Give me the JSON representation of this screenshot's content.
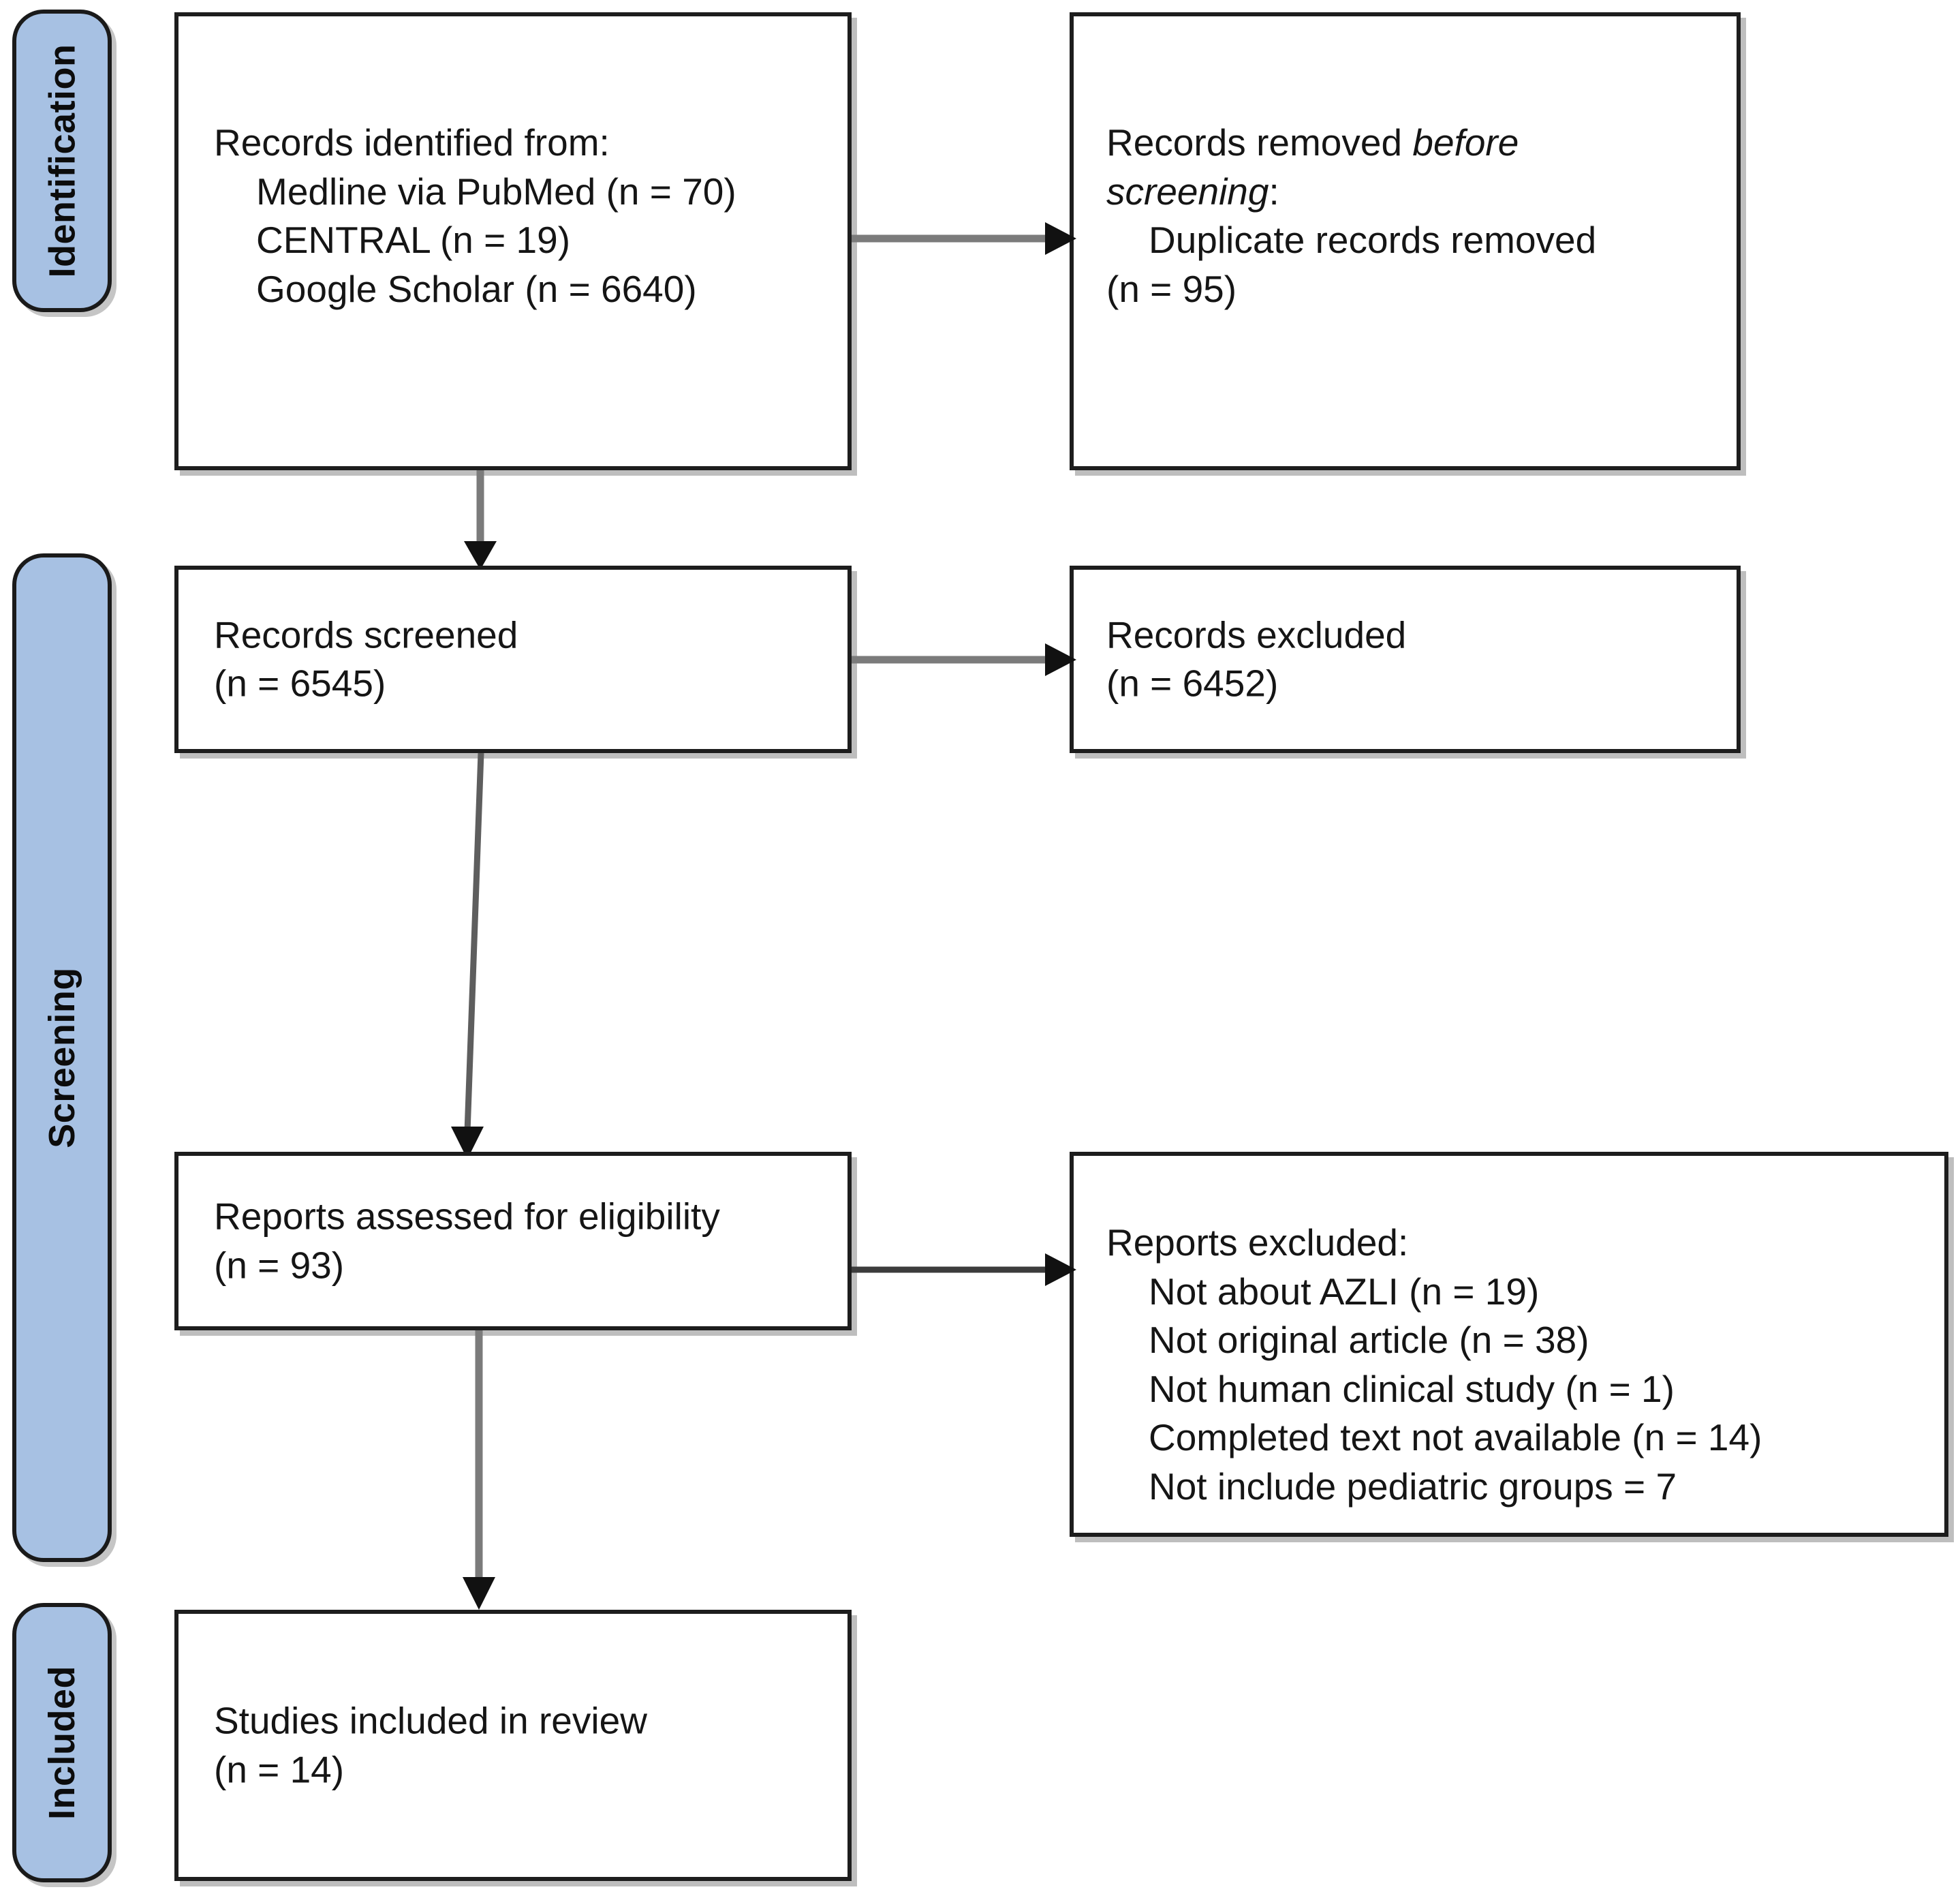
{
  "diagram": {
    "title": "PRISMA flow diagram",
    "colors": {
      "phase_bar_fill": "#a7c1e3",
      "phase_bar_border": "#1a1a1a",
      "box_border": "#1d1d1d",
      "connector_gray": "#7b7b7b",
      "connector_dark": "#3c3c3c",
      "text": "#151515",
      "background": "#ffffff"
    }
  },
  "phases": [
    {
      "id": "identification",
      "label": "Identification"
    },
    {
      "id": "screening",
      "label": "Screening"
    },
    {
      "id": "included",
      "label": "Included"
    }
  ],
  "boxes": {
    "records_identified": {
      "heading": "Records identified from:",
      "items": [
        "Medline via PubMed (n = 70)",
        "CENTRAL (n = 19)",
        "Google Scholar (n = 6640)"
      ]
    },
    "records_removed": {
      "heading_part1": "Records removed ",
      "heading_italic1": "before",
      "heading_part2": "",
      "heading_italic2": "screening",
      "heading_part3": ":",
      "items": [
        "Duplicate records removed"
      ],
      "count_line": "(n = 95)"
    },
    "records_screened": {
      "heading": "Records screened",
      "count_line": "(n = 6545)"
    },
    "records_excluded": {
      "heading": "Records excluded",
      "count_line": "(n = 6452)"
    },
    "reports_assessed": {
      "heading": "Reports assessed for eligibility",
      "count_line": "(n = 93)"
    },
    "reports_excluded": {
      "heading": "Reports excluded:",
      "items": [
        "Not about AZLI (n = 19)",
        "Not original article (n = 38)",
        "Not human clinical study (n = 1)",
        "Completed text not available (n = 14)",
        "Not include pediatric groups = 7"
      ]
    },
    "studies_included": {
      "heading": "Studies included in review",
      "count_line": "(n = 14)"
    }
  }
}
